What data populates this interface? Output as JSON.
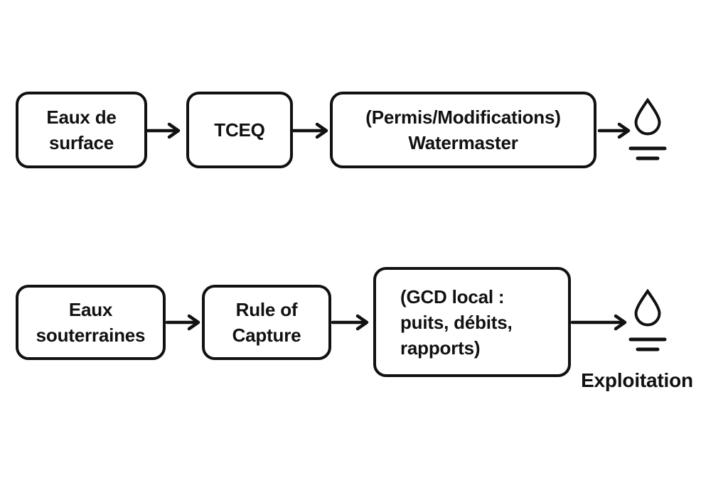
{
  "colors": {
    "ink": "#111111",
    "background": "#ffffff"
  },
  "diagram": {
    "row1": {
      "node1": {
        "line1": "Eaux de",
        "line2": "surface"
      },
      "node2": {
        "line1": "TCEQ"
      },
      "node3": {
        "line1": "(Permis/Modifications)",
        "line2": "Watermaster"
      },
      "end_icon": "water-drop-icon"
    },
    "row2": {
      "node1": {
        "line1": "Eaux",
        "line2": "souterraines"
      },
      "node2": {
        "line1": "Rule of",
        "line2": "Capture"
      },
      "node3": {
        "line1": "(GCD local :",
        "line2": "puits, débits,",
        "line3": "rapports)"
      },
      "end_icon": "water-drop-icon",
      "output_label": "Exploitation"
    }
  }
}
